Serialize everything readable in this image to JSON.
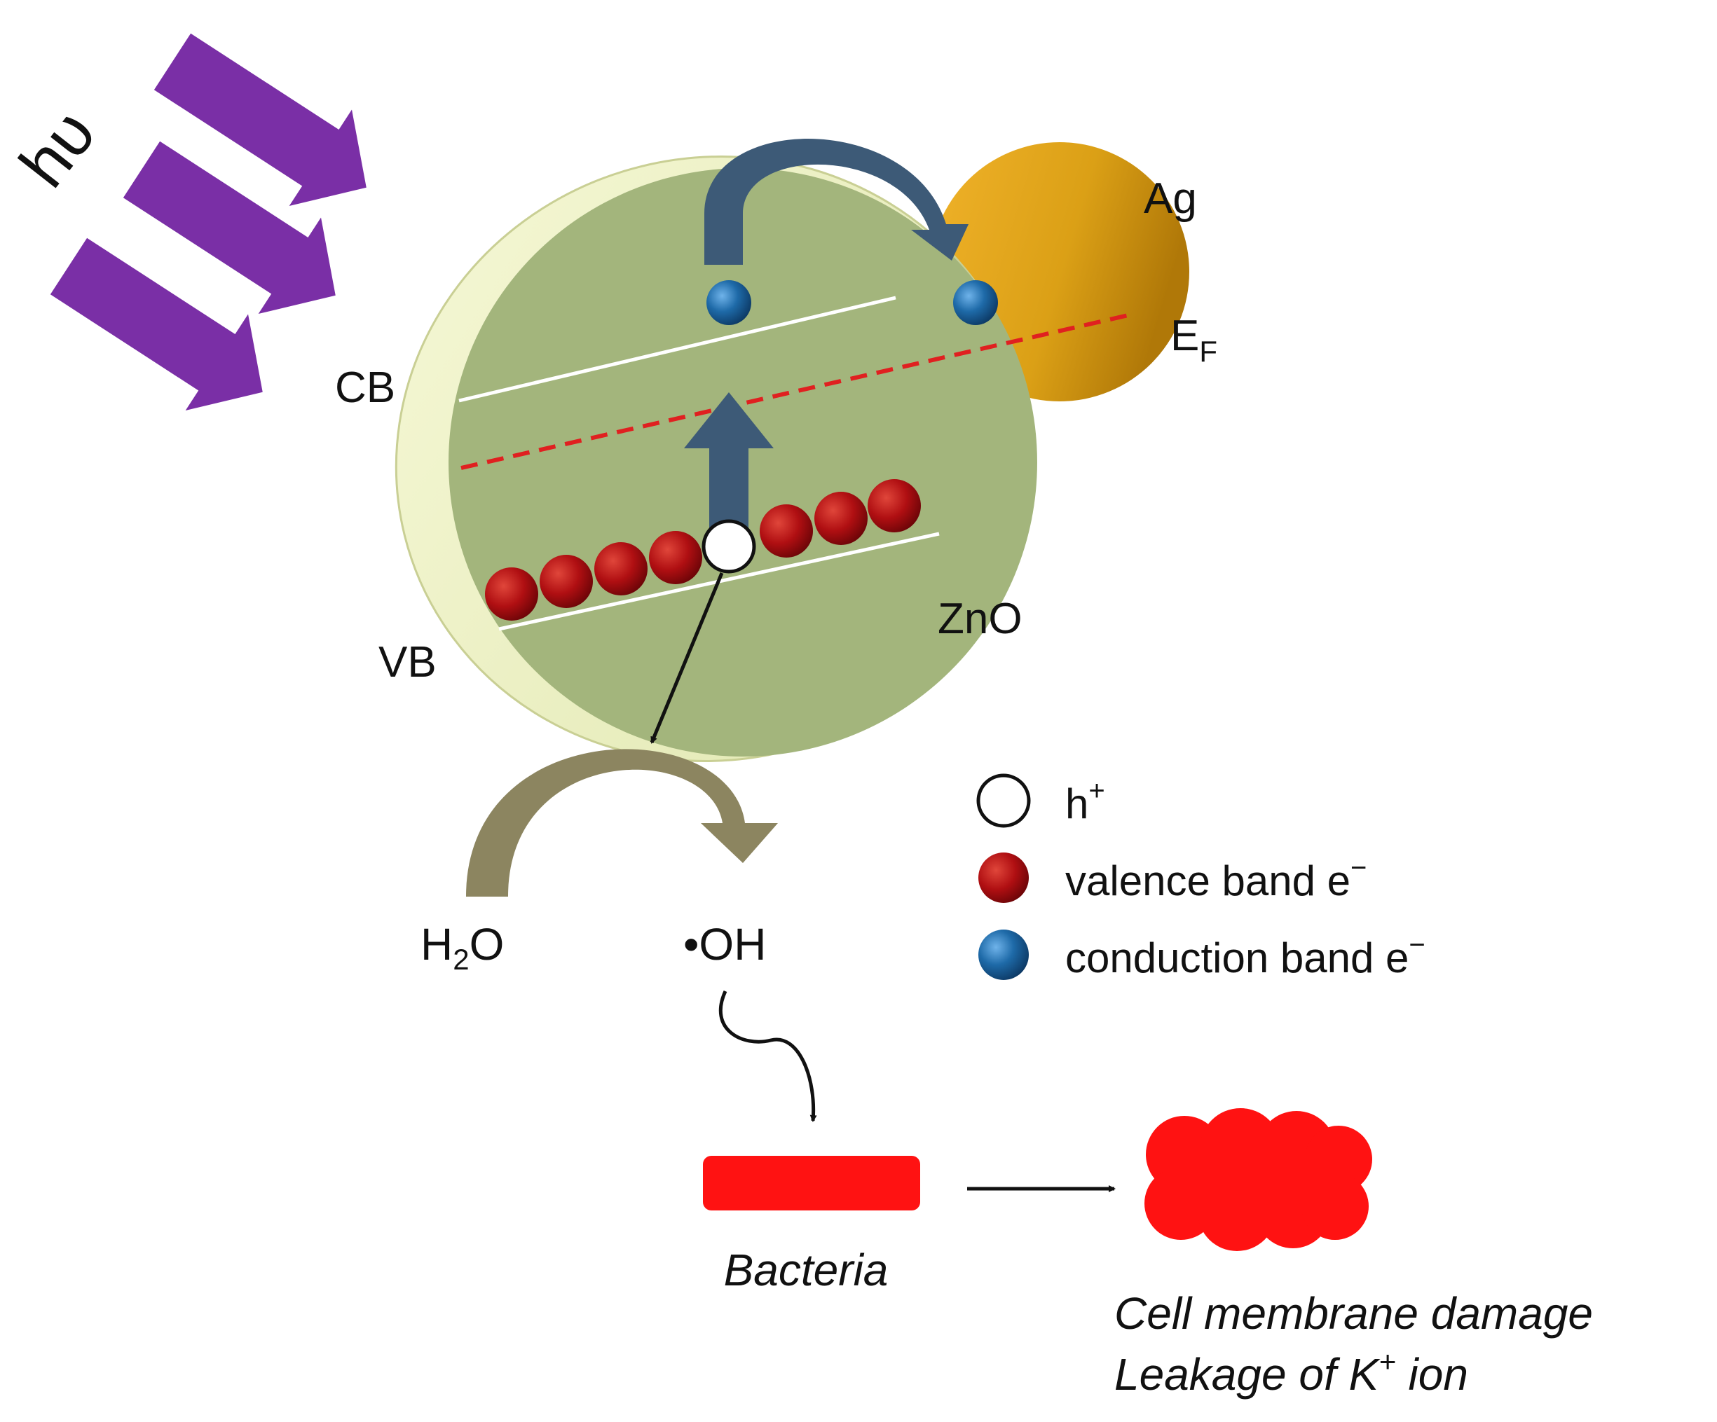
{
  "light_label": "hυ",
  "labels": {
    "cb": "CB",
    "vb": "VB",
    "zno": "ZnO",
    "ag": "Ag",
    "ef_main": "E",
    "ef_sub": "F"
  },
  "reaction": {
    "h2o_h": "H",
    "h2o_sub": "2",
    "h2o_o": "O",
    "oh": "•OH"
  },
  "legend": [
    {
      "marker": "hole",
      "text": "h",
      "sup": "+"
    },
    {
      "marker": "valence",
      "text": "valence band e",
      "sup": "−"
    },
    {
      "marker": "conduction",
      "text": "conduction band e",
      "sup": "−"
    }
  ],
  "bacteria_label": "Bacteria",
  "damage": {
    "line1": "Cell membrane damage",
    "line2_a": "Leakage of K",
    "line2_sup": "+",
    "line2_b": " ion"
  },
  "colors": {
    "light_arrows": "#7a2fa6",
    "zno_face": "#a3b57c",
    "zno_rim": "#eef2c0",
    "ag_particle": "#e3a414",
    "fermi_line": "#e02020",
    "valence_electron": "#b00f12",
    "conduction_electron": "#1e6aa8",
    "transfer_arrow": "#3d5a77",
    "reaction_arrow": "#8c8560",
    "bacteria": "#ff1212"
  }
}
